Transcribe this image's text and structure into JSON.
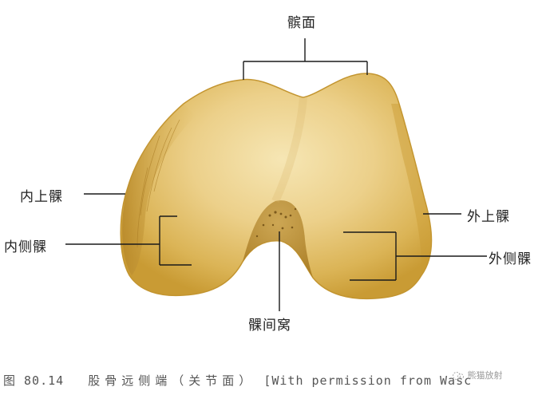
{
  "figure": {
    "title_top": "髌面",
    "labels": {
      "medial_epicondyle": "内上髁",
      "medial_condyle": "内侧髁",
      "lateral_epicondyle": "外上髁",
      "lateral_condyle": "外侧髁",
      "intercondylar_fossa": "髁间窝"
    },
    "caption": {
      "prefix": "图 80.14",
      "chinese": "股骨远侧端（关节面）",
      "english": "[With permission from Wasc"
    },
    "watermark": "熊猫放射",
    "colors": {
      "bone_light": "#f3dfa4",
      "bone_mid": "#e2bd62",
      "bone_dark": "#c79a35",
      "bone_edge": "#a77a22",
      "leader_line": "#1a1a1a",
      "background": "#ffffff"
    }
  }
}
